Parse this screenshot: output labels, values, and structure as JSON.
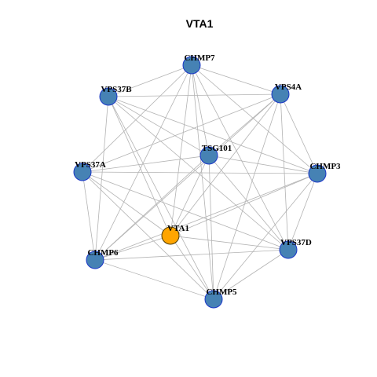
{
  "title": "VTA1",
  "colors": {
    "node_fill": "#4682b4",
    "node_stroke": "#1a36c8",
    "focus_fill": "#ffa500",
    "focus_stroke": "#4d3b00",
    "edge": "#b3b3b3"
  },
  "nodes": [
    {
      "id": "CHMP7",
      "label": "CHMP7",
      "focus": false
    },
    {
      "id": "VPS4A",
      "label": "VPS4A",
      "focus": false
    },
    {
      "id": "VPS37B",
      "label": "VPS37B",
      "focus": false
    },
    {
      "id": "TSG101",
      "label": "TSG101",
      "focus": false
    },
    {
      "id": "VPS37A",
      "label": "VPS37A",
      "focus": false
    },
    {
      "id": "CHMP3",
      "label": "CHMP3",
      "focus": false
    },
    {
      "id": "VTA1",
      "label": "VTA1",
      "focus": true
    },
    {
      "id": "CHMP6",
      "label": "CHMP6",
      "focus": false
    },
    {
      "id": "VPS37D",
      "label": "VPS37D",
      "focus": false
    },
    {
      "id": "CHMP5",
      "label": "CHMP5",
      "focus": false
    }
  ],
  "edges": [
    [
      "CHMP7",
      "VPS4A"
    ],
    [
      "CHMP7",
      "VPS37B"
    ],
    [
      "CHMP7",
      "TSG101"
    ],
    [
      "CHMP7",
      "CHMP3"
    ],
    [
      "CHMP7",
      "VTA1"
    ],
    [
      "CHMP7",
      "CHMP6"
    ],
    [
      "CHMP7",
      "VPS37D"
    ],
    [
      "CHMP7",
      "CHMP5"
    ],
    [
      "CHMP7",
      "VPS37A"
    ],
    [
      "VPS4A",
      "VPS37B"
    ],
    [
      "VPS4A",
      "TSG101"
    ],
    [
      "VPS4A",
      "CHMP3"
    ],
    [
      "VPS4A",
      "VTA1"
    ],
    [
      "VPS4A",
      "CHMP6"
    ],
    [
      "VPS4A",
      "VPS37D"
    ],
    [
      "VPS4A",
      "CHMP5"
    ],
    [
      "VPS4A",
      "VPS37A"
    ],
    [
      "VPS37B",
      "TSG101"
    ],
    [
      "VPS37B",
      "CHMP3"
    ],
    [
      "VPS37B",
      "VTA1"
    ],
    [
      "VPS37B",
      "CHMP6"
    ],
    [
      "VPS37B",
      "VPS37D"
    ],
    [
      "VPS37B",
      "CHMP5"
    ],
    [
      "TSG101",
      "VPS37A"
    ],
    [
      "TSG101",
      "CHMP3"
    ],
    [
      "TSG101",
      "VTA1"
    ],
    [
      "TSG101",
      "CHMP6"
    ],
    [
      "TSG101",
      "VPS37D"
    ],
    [
      "TSG101",
      "CHMP5"
    ],
    [
      "VPS37A",
      "CHMP3"
    ],
    [
      "VPS37A",
      "VTA1"
    ],
    [
      "VPS37A",
      "CHMP6"
    ],
    [
      "VPS37A",
      "VPS37D"
    ],
    [
      "VPS37A",
      "CHMP5"
    ],
    [
      "CHMP3",
      "VTA1"
    ],
    [
      "CHMP3",
      "CHMP6"
    ],
    [
      "CHMP3",
      "VPS37D"
    ],
    [
      "CHMP3",
      "CHMP5"
    ],
    [
      "VTA1",
      "CHMP6"
    ],
    [
      "VTA1",
      "VPS37D"
    ],
    [
      "VTA1",
      "CHMP5"
    ],
    [
      "CHMP6",
      "VPS37D"
    ],
    [
      "CHMP6",
      "CHMP5"
    ],
    [
      "VPS37D",
      "CHMP5"
    ]
  ]
}
